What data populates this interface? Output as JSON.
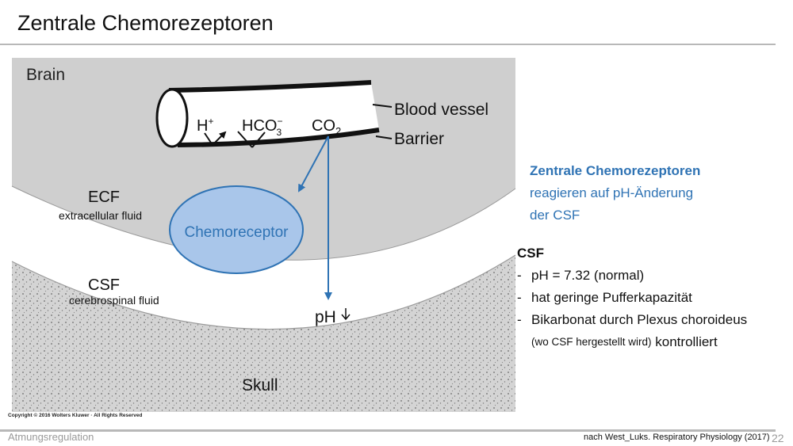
{
  "slide": {
    "title": "Zentrale Chemorezeptoren",
    "copyright": "Copyright © 2016 Wolters Kluwer · All Rights Reserved",
    "footer_left": "Atmungsregulation",
    "footer_right": "nach West_Luks. Respiratory Physiology (2017)",
    "page_number": "22"
  },
  "diagram": {
    "brain_label": "Brain",
    "blood_vessel_label": "Blood vessel",
    "barrier_label": "Barrier",
    "h_plus": "H",
    "h_plus_sup": "+",
    "hco3": "HCO",
    "hco3_sub": "3",
    "hco3_sup": "−",
    "co2": "CO",
    "co2_sub": "2",
    "ecf_label": "ECF",
    "ecf_sublabel": "extracellular fluid",
    "chemoreceptor_label": "Chemoreceptor",
    "csf_label": "CSF",
    "csf_sublabel": "cerebrospinal fluid",
    "ph_label": "pH",
    "skull_label": "Skull",
    "colors": {
      "brain": "#cfcfcf",
      "chemoreceptor_fill": "#a9c6ea",
      "chemoreceptor_stroke": "#2f73b4",
      "arrow": "#2f73b4"
    }
  },
  "info": {
    "heading": "Zentrale Chemorezeptoren",
    "line2": "reagieren auf pH-Änderung",
    "line3": "der CSF"
  },
  "csf_facts": {
    "heading": "CSF",
    "dash": "-",
    "bullets": [
      "pH = 7.32  (normal)",
      "hat geringe Pufferkapazität",
      "Bikarbonat durch Plexus choroideus"
    ],
    "note_small": "(wo CSF hergestellt wird)",
    "note_rest": " kontrolliert"
  }
}
